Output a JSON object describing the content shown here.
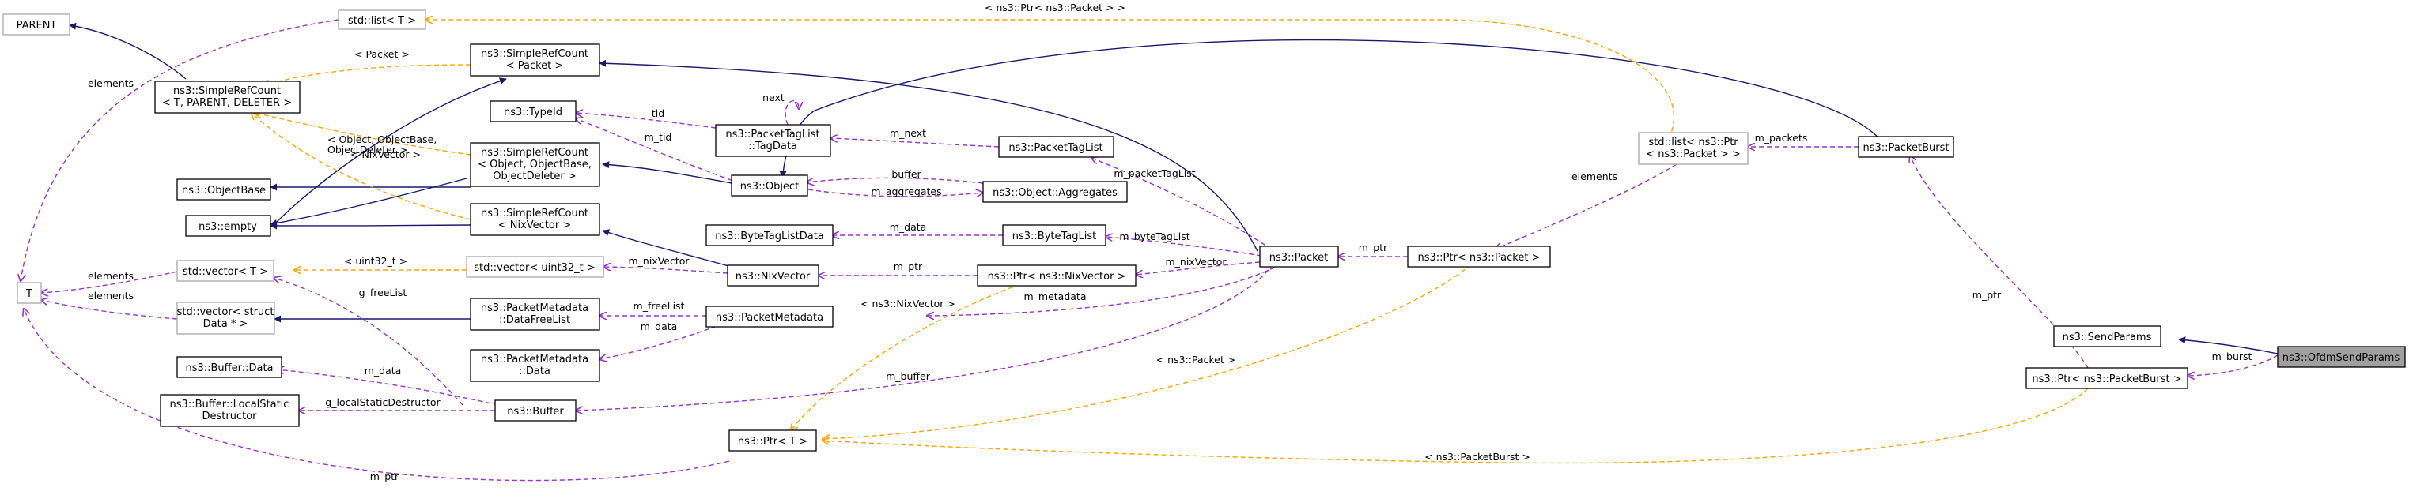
{
  "diagram": {
    "colors": {
      "inheritance": "#191970",
      "usage": "#9a32cd",
      "template": "#ffa500",
      "focus_fill": "#a0a0a0",
      "muted_border": "#a8a8a8"
    },
    "nodes": [
      {
        "id": "parent",
        "lines": [
          "PARENT"
        ],
        "style": "gray"
      },
      {
        "id": "stdlist_t",
        "lines": [
          "std::list< T >"
        ],
        "style": "gray"
      },
      {
        "id": "srcpacket",
        "lines": [
          "ns3::SimpleRefCount",
          "< Packet >"
        ],
        "style": "normal"
      },
      {
        "id": "srcgeneric",
        "lines": [
          "ns3::SimpleRefCount",
          "< T, PARENT, DELETER >"
        ],
        "style": "normal"
      },
      {
        "id": "typeid",
        "lines": [
          "ns3::TypeId"
        ],
        "style": "normal"
      },
      {
        "id": "tagdata",
        "lines": [
          "ns3::PacketTagList",
          "::TagData"
        ],
        "style": "normal"
      },
      {
        "id": "srcobject",
        "lines": [
          "ns3::SimpleRefCount",
          "< Object, ObjectBase,",
          "ObjectDeleter >"
        ],
        "style": "normal"
      },
      {
        "id": "objectbase",
        "lines": [
          "ns3::ObjectBase"
        ],
        "style": "normal"
      },
      {
        "id": "object",
        "lines": [
          "ns3::Object"
        ],
        "style": "normal"
      },
      {
        "id": "packettaglist",
        "lines": [
          "ns3::PacketTagList"
        ],
        "style": "normal"
      },
      {
        "id": "aggregates",
        "lines": [
          "ns3::Object::Aggregates"
        ],
        "style": "normal"
      },
      {
        "id": "empty",
        "lines": [
          "ns3::empty"
        ],
        "style": "normal"
      },
      {
        "id": "srcnix",
        "lines": [
          "ns3::SimpleRefCount",
          "< NixVector >"
        ],
        "style": "normal"
      },
      {
        "id": "bytetaglistdata",
        "lines": [
          "ns3::ByteTagListData"
        ],
        "style": "normal"
      },
      {
        "id": "bytetaglist",
        "lines": [
          "ns3::ByteTagList"
        ],
        "style": "normal"
      },
      {
        "id": "T",
        "lines": [
          "T"
        ],
        "style": "gray"
      },
      {
        "id": "vec_t",
        "lines": [
          "std::vector< T >"
        ],
        "style": "gray"
      },
      {
        "id": "vec_u32",
        "lines": [
          "std::vector< uint32_t >"
        ],
        "style": "gray"
      },
      {
        "id": "nixvector",
        "lines": [
          "ns3::NixVector"
        ],
        "style": "normal"
      },
      {
        "id": "ptrnix",
        "lines": [
          "ns3::Ptr< ns3::NixVector >"
        ],
        "style": "normal"
      },
      {
        "id": "packet",
        "lines": [
          "ns3::Packet"
        ],
        "style": "normal"
      },
      {
        "id": "ptrpacket",
        "lines": [
          "ns3::Ptr< ns3::Packet >"
        ],
        "style": "normal"
      },
      {
        "id": "stdlistptr",
        "lines": [
          "std::list< ns3::Ptr",
          "< ns3::Packet > >"
        ],
        "style": "gray"
      },
      {
        "id": "packetburst",
        "lines": [
          "ns3::PacketBurst"
        ],
        "style": "normal"
      },
      {
        "id": "vecstruct",
        "lines": [
          "std::vector< struct",
          "Data * >"
        ],
        "style": "gray"
      },
      {
        "id": "dfl",
        "lines": [
          "ns3::PacketMetadata",
          "::DataFreeList"
        ],
        "style": "normal"
      },
      {
        "id": "packetmetadata",
        "lines": [
          "ns3::PacketMetadata"
        ],
        "style": "normal"
      },
      {
        "id": "pmdata",
        "lines": [
          "ns3::PacketMetadata",
          "::Data"
        ],
        "style": "normal"
      },
      {
        "id": "bufferdata",
        "lines": [
          "ns3::Buffer::Data"
        ],
        "style": "normal"
      },
      {
        "id": "lsd",
        "lines": [
          "ns3::Buffer::LocalStatic",
          "Destructor"
        ],
        "style": "normal"
      },
      {
        "id": "buffer",
        "lines": [
          "ns3::Buffer"
        ],
        "style": "normal"
      },
      {
        "id": "ptr_t",
        "lines": [
          "ns3::Ptr< T >"
        ],
        "style": "normal"
      },
      {
        "id": "sendparams",
        "lines": [
          "ns3::SendParams"
        ],
        "style": "normal"
      },
      {
        "id": "ptrburst",
        "lines": [
          "ns3::Ptr< ns3::PacketBurst >"
        ],
        "style": "normal"
      },
      {
        "id": "ofdm",
        "lines": [
          "ns3::OfdmSendParams"
        ],
        "style": "focus"
      }
    ],
    "edges": [
      {
        "id": "parent-srcgeneric",
        "kind": "inheritance",
        "label": ""
      },
      {
        "id": "srcpacket-packet",
        "kind": "inheritance",
        "label": ""
      },
      {
        "id": "empty-srcpacket",
        "kind": "inheritance",
        "label": ""
      },
      {
        "id": "objectbase-srcobject",
        "kind": "inheritance",
        "label": ""
      },
      {
        "id": "srcobject-object",
        "kind": "inheritance",
        "label": ""
      },
      {
        "id": "object-packetburst",
        "kind": "inheritance",
        "label": ""
      },
      {
        "id": "empty-srcobject",
        "kind": "inheritance",
        "label": ""
      },
      {
        "id": "empty-srcnix",
        "kind": "inheritance",
        "label": ""
      },
      {
        "id": "srcnix-nixvector",
        "kind": "inheritance",
        "label": ""
      },
      {
        "id": "vecstruct-dfl",
        "kind": "inheritance",
        "label": ""
      },
      {
        "id": "sendparams-ofdm",
        "kind": "inheritance",
        "label": ""
      },
      {
        "id": "srcgeneric-srcpacket",
        "kind": "template",
        "label": "< Packet >"
      },
      {
        "id": "srcgeneric-srcobject",
        "kind": "template",
        "label": "< Object, ObjectBase,\nObjectDeleter >"
      },
      {
        "id": "srcgeneric-srcnix",
        "kind": "template",
        "label": "< NixVector >"
      },
      {
        "id": "stdlist_t-stdlistptr",
        "kind": "template",
        "label": "< ns3::Ptr< ns3::Packet > >"
      },
      {
        "id": "vec_t-vec_u32",
        "kind": "template",
        "label": "< uint32_t >"
      },
      {
        "id": "ptr_t-ptrnix",
        "kind": "template",
        "label": "< ns3::NixVector >"
      },
      {
        "id": "ptr_t-ptrpacket",
        "kind": "template",
        "label": "< ns3::Packet >"
      },
      {
        "id": "ptr_t-ptrburst",
        "kind": "template",
        "label": "< ns3::PacketBurst >"
      },
      {
        "id": "T-stdlist",
        "kind": "usage",
        "label": "elements"
      },
      {
        "id": "T-vec",
        "kind": "usage",
        "label": "elements"
      },
      {
        "id": "T-vecstruct",
        "kind": "usage",
        "label": "elements"
      },
      {
        "id": "T-ptr",
        "kind": "usage",
        "label": "m_ptr"
      },
      {
        "id": "typeid-object",
        "kind": "usage",
        "label": "m_tid"
      },
      {
        "id": "typeid-tagdata",
        "kind": "usage",
        "label": "tid"
      },
      {
        "id": "tagdata-self",
        "kind": "usage",
        "label": "next"
      },
      {
        "id": "tagdata-ptl",
        "kind": "usage",
        "label": "m_next"
      },
      {
        "id": "object-aggr-buffer",
        "kind": "usage",
        "label": "buffer"
      },
      {
        "id": "aggr-object",
        "kind": "usage",
        "label": "m_aggregates"
      },
      {
        "id": "ptl-packet",
        "kind": "usage",
        "label": "m_packetTagList"
      },
      {
        "id": "btld-btl",
        "kind": "usage",
        "label": "m_data"
      },
      {
        "id": "btl-packet",
        "kind": "usage",
        "label": "m_byteTagList"
      },
      {
        "id": "vecu32-nix",
        "kind": "usage",
        "label": "m_nixVector"
      },
      {
        "id": "nix-ptrnix",
        "kind": "usage",
        "label": "m_ptr"
      },
      {
        "id": "ptrnix-packet",
        "kind": "usage",
        "label": "m_nixVector"
      },
      {
        "id": "pm-packet",
        "kind": "usage",
        "label": "m_metadata"
      },
      {
        "id": "dfl-pm",
        "kind": "usage",
        "label": "m_freeList"
      },
      {
        "id": "pmdata-pm",
        "kind": "usage",
        "label": "m_data"
      },
      {
        "id": "buffer-packet",
        "kind": "usage",
        "label": "m_buffer"
      },
      {
        "id": "bufdata-buffer",
        "kind": "usage",
        "label": "m_data"
      },
      {
        "id": "lsd-buffer",
        "kind": "usage",
        "label": "g_localStaticDestructor"
      },
      {
        "id": "vect-buffer",
        "kind": "usage",
        "label": "g_freeList"
      },
      {
        "id": "packet-ptrpacket",
        "kind": "usage",
        "label": "m_ptr"
      },
      {
        "id": "ptrpacket-stdlistptr",
        "kind": "usage",
        "label": "elements"
      },
      {
        "id": "stdlistptr-burst",
        "kind": "usage",
        "label": "m_packets"
      },
      {
        "id": "burst-ptrburst",
        "kind": "usage",
        "label": "m_ptr"
      },
      {
        "id": "ptrburst-ofdm",
        "kind": "usage",
        "label": "m_burst"
      }
    ]
  }
}
